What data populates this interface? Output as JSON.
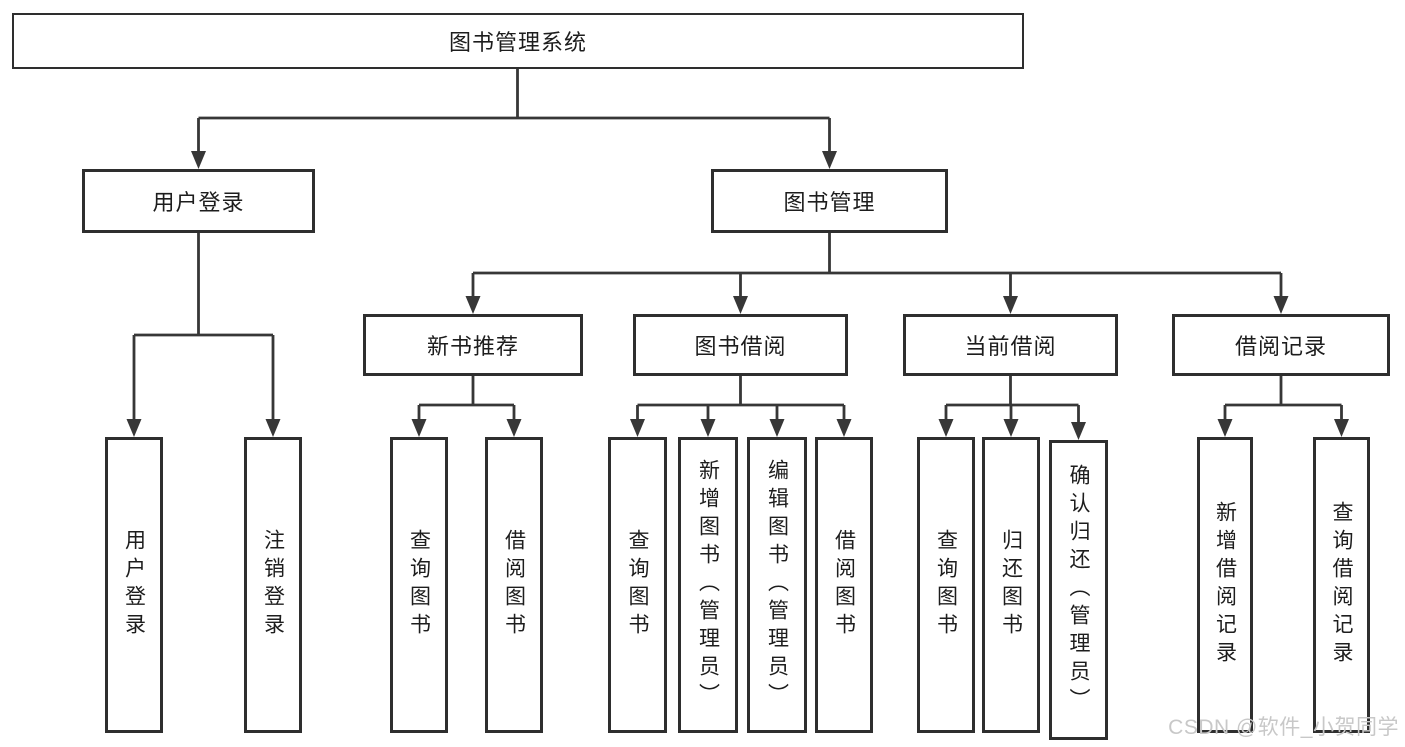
{
  "diagram": {
    "root_label": "图书管理系统",
    "level2": {
      "user_login": "用户登录",
      "book_management": "图书管理"
    },
    "level3": {
      "new_book_recommend": "新书推荐",
      "book_borrow": "图书借阅",
      "current_borrow": "当前借阅",
      "borrow_records": "借阅记录"
    },
    "leaves": {
      "user_login": [
        "用户登录",
        "注销登录"
      ],
      "new_book_recommend": [
        "查询图书",
        "借阅图书"
      ],
      "book_borrow": [
        "查询图书",
        "新增图书（管理员）",
        "编辑图书（管理员）",
        "借阅图书"
      ],
      "current_borrow": [
        "查询图书",
        "归还图书",
        "确认归还（管理员）"
      ],
      "borrow_records": [
        "新增借阅记录",
        "查询借阅记录"
      ]
    }
  },
  "watermark": "CSDN @软件_小贺同学",
  "colors": {
    "line": "#373737",
    "border": "#2e2e2e",
    "text": "#1d1d1d",
    "watermark": "#c8c8c8",
    "background": "#ffffff"
  }
}
